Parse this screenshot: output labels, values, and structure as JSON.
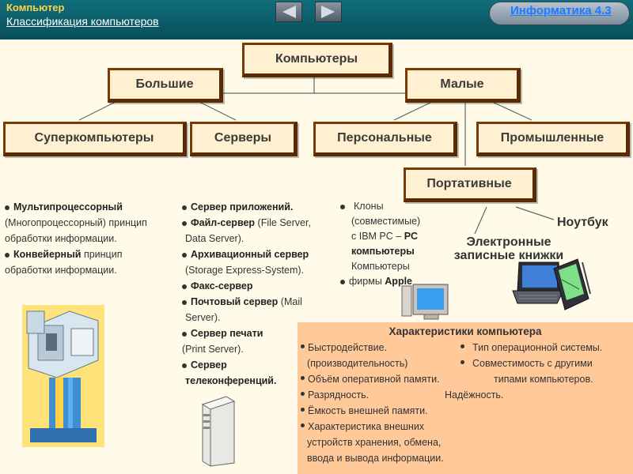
{
  "header": {
    "title": "Компьютер",
    "subtitle": "Классификация компьютеров",
    "badge_text": "Информатика 4.3",
    "prev_icon": "arrow-left-icon",
    "next_icon": "arrow-right-icon"
  },
  "diagram": {
    "root": "Компьютеры",
    "big": "Большие",
    "small": "Малые",
    "super": "Суперкомпьютеры",
    "servers": "Серверы",
    "personal": "Персональные",
    "industrial": "Промышленные",
    "portable": "Портативные",
    "notebook": "Ноутбук",
    "organizers": "Электронные записные книжки"
  },
  "super_text": {
    "l1_bold": "Мультипроцессорный",
    "l2": "(Многопроцессорный) принцип",
    "l3": "обработки информации.",
    "l4_bold": "Конвейерный",
    "l4_rest": " принцип",
    "l5": "обработки информации."
  },
  "servers_text": {
    "s1": "Сервер приложений.",
    "s2_bold": "Файл-сервер",
    "s2_rest": " (File Server,",
    "s2b": "Data Server).",
    "s3_bold": "Архивационный сервер",
    "s3b": "(Storage Express-System).",
    "s4": "Факс-сервер",
    "s5_bold": "Почтовый сервер",
    "s5_rest": " (Mail",
    "s5b": "Server).",
    "s6_bold": "Сервер печати",
    "s6b": "(Print Server).",
    "s7a": "Сервер",
    "s7b": "телеконференций."
  },
  "personal_text": {
    "p1": "Клоны",
    "p2": "(совместимые)",
    "p3a": "с IBM PC – ",
    "p3b": "PC",
    "p4": "компьютеры",
    "p5": "Компьютеры",
    "p6a": "фирмы ",
    "p6b": "Apple"
  },
  "characteristics": {
    "title": "Характеристики компьютера",
    "left": [
      "Быстродействие.",
      "(производительность)",
      "Объём оперативной памяти.",
      "Разрядность.",
      "Ёмкость внешней памяти.",
      "Характеристика внешних",
      "устройств хранения, обмена,",
      "ввода и вывода информации."
    ],
    "right": [
      "Тип операционной системы.",
      "Совместимость с другими",
      "типами компьютеров.",
      "Надёжность."
    ]
  },
  "illustrations": [
    "supercomputer-image",
    "server-tower-image",
    "pc-monitor-image",
    "laptop-image",
    "pda-image"
  ],
  "colors": {
    "header_bg": "#0a5c68",
    "title_accent": "#ffd24a",
    "node_bg": "#fff0d2",
    "node_border": "#6b3206",
    "char_box_bg": "#ffc999"
  }
}
